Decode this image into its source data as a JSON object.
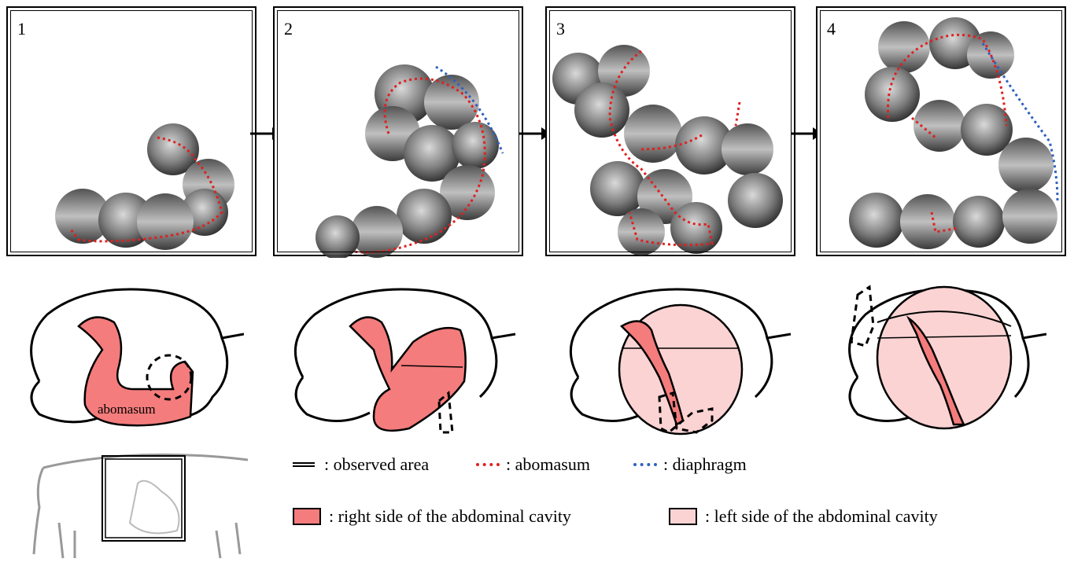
{
  "colors": {
    "abomasum_dots": "#e02020",
    "diaphragm_dots": "#3060c0",
    "right_side_fill": "#f47c7c",
    "left_side_fill": "#fbd3d3",
    "outline": "#000000"
  },
  "panels": [
    {
      "number": "1"
    },
    {
      "number": "2"
    },
    {
      "number": "3"
    },
    {
      "number": "4"
    }
  ],
  "sketch_label": "abomasum",
  "legend": {
    "observed_area": ": observed area",
    "abomasum": ": abomasum",
    "diaphragm": ": diaphragm",
    "right_side": ": right side of the abdominal cavity",
    "left_side": ": left side of the abdominal cavity"
  }
}
